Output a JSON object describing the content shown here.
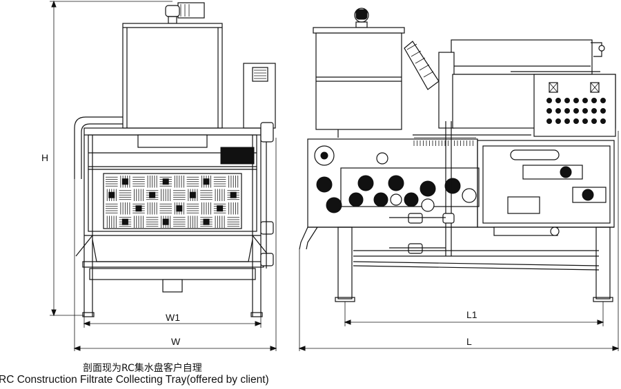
{
  "dimensions": {
    "height_label": "H",
    "front_inner_width_label": "W1",
    "front_width_label": "W",
    "side_inner_length_label": "L1",
    "side_length_label": "L"
  },
  "captions": {
    "chinese": "剖面现为RC集水盘客户自理",
    "english": "RC Construction Filtrate Collecting Tray(offered by client)"
  }
}
